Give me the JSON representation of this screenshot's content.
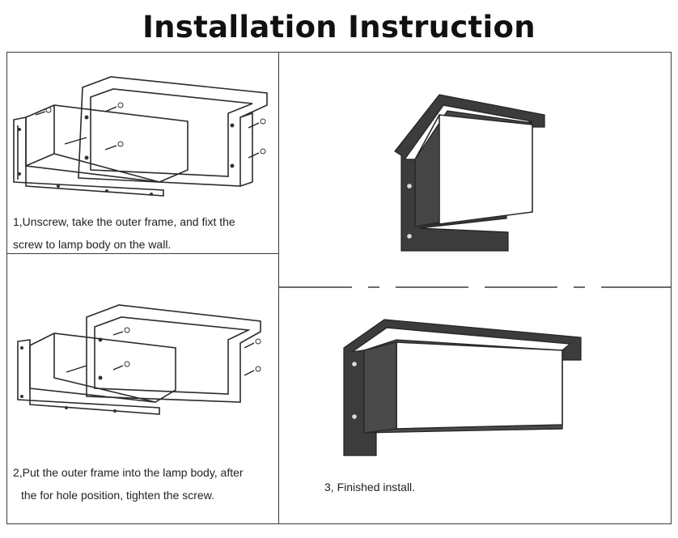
{
  "title": "Installation Instruction",
  "steps": [
    {
      "line1": "1,Unscrew, take the outer frame, and fixt the",
      "line2": "screw to lamp body on the wall."
    },
    {
      "line1": "2,Put the outer frame into the lamp body, after",
      "line2": "the for hole position, tighten the screw."
    },
    {
      "line1": "3, Finished install."
    }
  ]
}
